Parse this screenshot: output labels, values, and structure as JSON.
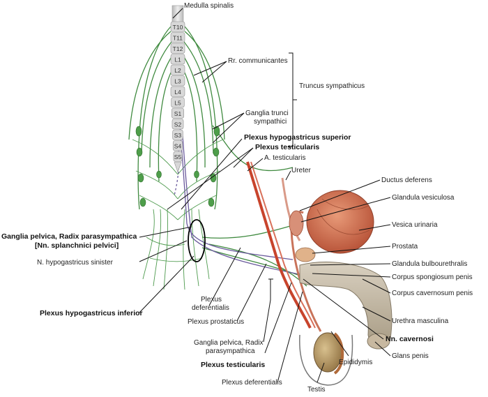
{
  "spine_segments": [
    "T10",
    "T11",
    "T12",
    "L1",
    "L2",
    "L3",
    "L4",
    "L5",
    "S1",
    "S2",
    "S3",
    "S4",
    "S5"
  ],
  "labels": {
    "medulla": "Medulla spinalis",
    "rr_comm": "Rr. communicantes",
    "truncus": "Truncus sympathicus",
    "ganglia_trunci_1": "Ganglia trunci",
    "ganglia_trunci_2": "sympathici",
    "plex_hypo_sup": "Plexus hypogastricus superior",
    "plex_test_top": "Plexus testicularis",
    "a_test": "A. testicularis",
    "ureter": "Ureter",
    "ductus": "Ductus deferens",
    "gland_vesic": "Glandula vesiculosa",
    "vesica": "Vesica urinaria",
    "prostata": "Prostata",
    "gland_bulbo": "Glandula bulbourethralis",
    "corpus_spong": "Corpus spongiosum penis",
    "corpus_cav": "Corpus cavernosum penis",
    "urethra": "Urethra masculina",
    "nn_cav": "Nn. cavernosi",
    "glans": "Glans penis",
    "epididymis": "Epididymis",
    "testis": "Testis",
    "plex_def_bottom": "Plexus deferentialis",
    "plex_test_bottom": "Plexus testicularis",
    "ganglia_pelv_bottom_1": "Ganglia pelvica, Radix",
    "ganglia_pelv_bottom_2": "parasympathica",
    "plex_prost": "Plexus prostaticus",
    "plex_def_mid_1": "Plexus",
    "plex_def_mid_2": "deferentialis",
    "plex_hypo_inf": "Plexus hypogastricus inferior",
    "n_hypo_sin": "N. hypogastricus sinister",
    "ganglia_pelv_left_1": "Ganglia pelvica, Radix parasympathica",
    "ganglia_pelv_left_2": "[Nn. splanchnici pelvici]"
  },
  "colors": {
    "nerve": "#3f8a3f",
    "ganglion": "#4e9e4a",
    "parasympathetic": "#6a5a9c",
    "artery": "#c8442c",
    "bladder": "#d4785a",
    "penis": "#c9bfae",
    "testis": "#b89a6a",
    "spine": "#d8d8d8"
  }
}
